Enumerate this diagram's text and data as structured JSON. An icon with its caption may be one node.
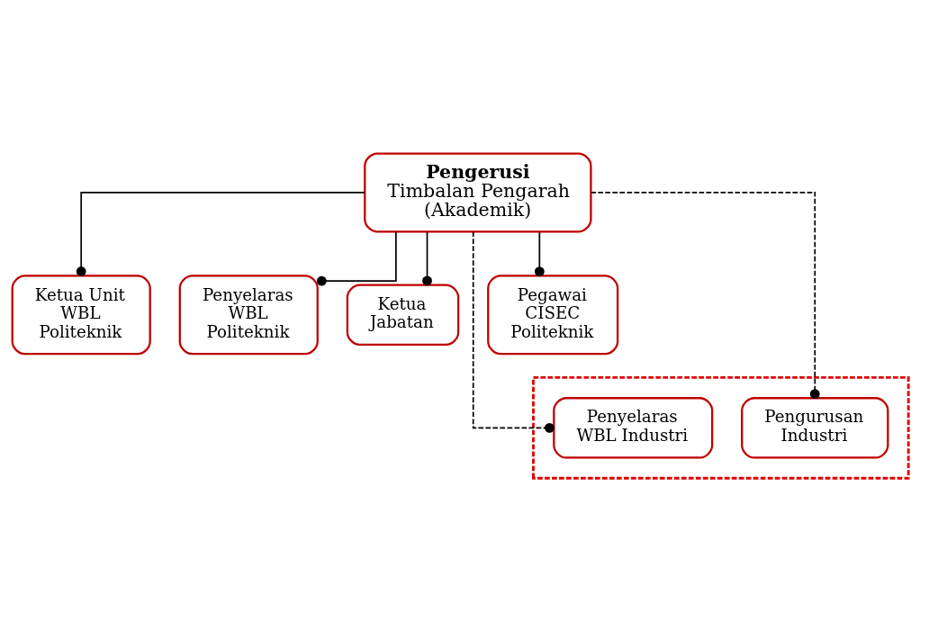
{
  "diagram": {
    "nodes": [
      {
        "text": [
          "Pengerusi",
          "Timbalan Pengarah (Akademik)"
        ]
      },
      {
        "text": [
          "Ketua Unit WBL Politeknik"
        ]
      },
      {
        "text": [
          "Penyelaras WBL Politeknik"
        ]
      },
      {
        "text": [
          "Ketua Jabatan"
        ]
      },
      {
        "text": [
          "Pegawai CISEC Politeknik"
        ]
      },
      {
        "text": [],
        "shape": "box"
      },
      {
        "text": [
          "Penyelaras WBL Industri"
        ],
        "in": 5
      },
      {
        "text": [
          "Pengurusan Industri"
        ],
        "in": 5
      }
    ],
    "edges": [
      {
        "from": 0,
        "to": 1,
        "arrow": "other"
      },
      {
        "from": 0,
        "to": 2,
        "arrow": "other"
      },
      {
        "from": 0,
        "to": 6,
        "arrow": "other",
        "style": "dashed"
      },
      {
        "from": 0,
        "to": 3,
        "arrow": "other"
      },
      {
        "from": 0,
        "to": 7,
        "arrow": "other",
        "style": "dashed"
      },
      {
        "from": 0,
        "to": 4,
        "arrow": "other"
      }
    ]
  }
}
